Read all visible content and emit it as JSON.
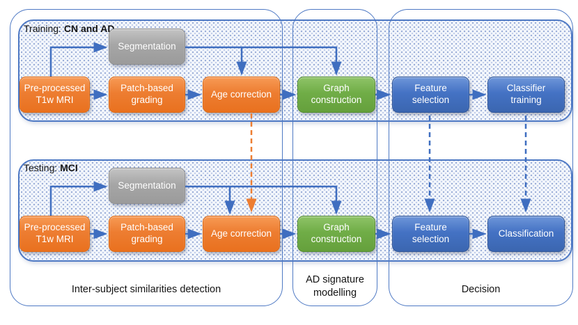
{
  "title": "AD classification pipeline diagram",
  "colors": {
    "accent_blue": "#4472C4",
    "box_orange": "#ED7D31",
    "box_green": "#70AD47",
    "box_gray": "#A6A6A6",
    "box_blue": "#4472C4",
    "container_border": "#4E79C4",
    "band_fill": "#F4F7FC",
    "dashed_orange": "#ED7D31"
  },
  "rows": [
    {
      "header_prefix": "Training: ",
      "header_bold": "CN and AD",
      "boxes": {
        "mri": "Pre-processed T1w MRI",
        "segmentation": "Segmentation",
        "grading": "Patch-based grading",
        "age": "Age correction",
        "graph": "Graph construction",
        "feature": "Feature selection",
        "final": "Classifier training"
      }
    },
    {
      "header_prefix": "Testing: ",
      "header_bold": "MCI",
      "boxes": {
        "mri": "Pre-processed T1w MRI",
        "segmentation": "Segmentation",
        "grading": "Patch-based grading",
        "age": "Age correction",
        "graph": "Graph construction",
        "feature": "Feature selection",
        "final": "Classification"
      }
    }
  ],
  "sections": [
    "Inter-subject similarities detection",
    "AD signature modelling",
    "Decision"
  ]
}
